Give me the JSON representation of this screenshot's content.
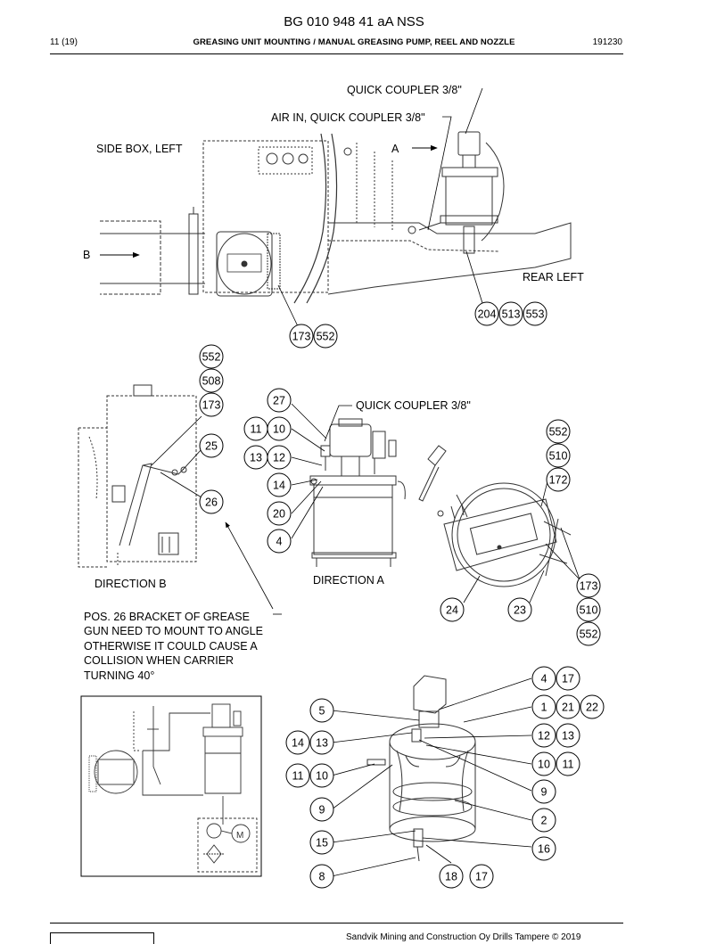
{
  "header": {
    "doc_code": "BG 010 948 41 aA NSS",
    "page": "11 (19)",
    "title": "GREASING UNIT MOUNTING / MANUAL GREASING PUMP, REEL AND NOZZLE",
    "date": "191230"
  },
  "labels": {
    "quick_coupler_top": "QUICK COUPLER 3/8\"",
    "air_in": "AIR IN, QUICK COUPLER 3/8\"",
    "side_box_left": "SIDE BOX, LEFT",
    "view_a_marker": "A",
    "view_b_marker": "B",
    "rear_left": "REAR LEFT",
    "quick_coupler_mid": "QUICK COUPLER 3/8\"",
    "direction_b": "DIRECTION  B",
    "direction_a": "DIRECTION  A"
  },
  "note_lines": [
    "POS. 26 BRACKET OF GREASE",
    "GUN NEED TO MOUNT TO ANGLE",
    "OTHERWISE IT COULD CAUSE A",
    "COLLISION WHEN CARRIER",
    "TURNING 40°"
  ],
  "balloons": [
    "204",
    "513",
    "553",
    "173",
    "552",
    "552",
    "508",
    "173",
    "25",
    "26",
    "27",
    "11",
    "10",
    "13",
    "12",
    "14",
    "20",
    "4",
    "552",
    "510",
    "172",
    "173",
    "510",
    "552",
    "24",
    "23",
    "4",
    "17",
    "5",
    "1",
    "21",
    "22",
    "14",
    "13",
    "12",
    "13",
    "11",
    "10",
    "10",
    "11",
    "9",
    "9",
    "2",
    "15",
    "16",
    "8",
    "18",
    "17"
  ],
  "schematic": {
    "motor_symbol": "M"
  },
  "footer": {
    "copyright": "Sandvik Mining and Construction Oy Drills Tampere © 2019"
  }
}
